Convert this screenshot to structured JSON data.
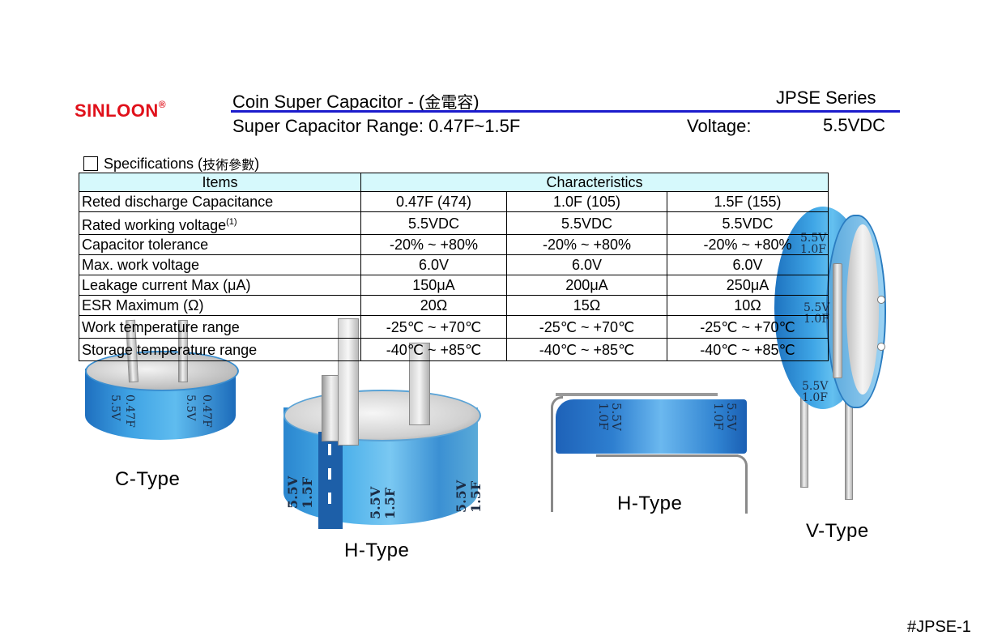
{
  "header": {
    "brand": "SINLOON",
    "brand_mark": "®",
    "title_main": "Coin Super Capacitor - (",
    "title_cjk": "金電容",
    "title_close": ")",
    "series": "JPSE Series",
    "range": "Super Capacitor Range: 0.47F~1.5F",
    "voltage_label": "Voltage:",
    "voltage_value": "5.5VDC",
    "brand_color": "#e0101a",
    "rule_color": "#1b1bcc"
  },
  "spec_heading": {
    "label": "Specifications (",
    "cjk": "技術參數",
    "close": ")"
  },
  "table": {
    "header_items": "Items",
    "header_characteristics": "Characteristics",
    "header_bg": "#d6f9fc",
    "rows": [
      {
        "item": "Reted discharge Capacitance",
        "sup": "",
        "values": [
          "0.47F (474)",
          "1.0F (105)",
          "1.5F (155)"
        ]
      },
      {
        "item": "Rated working voltage",
        "sup": "(1)",
        "values": [
          "5.5VDC",
          "5.5VDC",
          "5.5VDC"
        ]
      },
      {
        "item": "Capacitor tolerance",
        "sup": "",
        "values": [
          "-20% ~ +80%",
          "-20% ~ +80%",
          "-20% ~ +80%"
        ]
      },
      {
        "item": "Max. work voltage",
        "sup": "",
        "values": [
          "6.0V",
          "6.0V",
          "6.0V"
        ]
      },
      {
        "item": "Leakage current Max (μA)",
        "sup": "",
        "values": [
          "150μA",
          "200μA",
          "250μA"
        ]
      },
      {
        "item": "ESR Maximum (Ω)",
        "sup": "",
        "values": [
          "20Ω",
          "15Ω",
          "10Ω"
        ]
      },
      {
        "item": "Work temperature range",
        "sup": "",
        "values": [
          "-25℃ ~ +70℃",
          "-25℃ ~ +70℃",
          "-25℃ ~ +70℃"
        ]
      },
      {
        "item": "Storage temperature range",
        "sup": "",
        "values": [
          "-40℃ ~ +85℃",
          "-40℃ ~ +85℃",
          "-40℃ ~ +85℃"
        ]
      }
    ]
  },
  "images": {
    "c_type": {
      "label": "C-Type",
      "print_v": "5.5V",
      "print_f": "0.47F"
    },
    "h_type_round": {
      "label": "H-Type",
      "print_v": "5.5V",
      "print_f": "1.5F"
    },
    "h_type_side": {
      "label": "H-Type",
      "print_v": "5.5V",
      "print_f": "1.0F"
    },
    "v_type": {
      "label": "V-Type",
      "print_v": "5.5V",
      "print_f": "1.0F"
    }
  },
  "footer": {
    "code": "#JPSE-1"
  }
}
